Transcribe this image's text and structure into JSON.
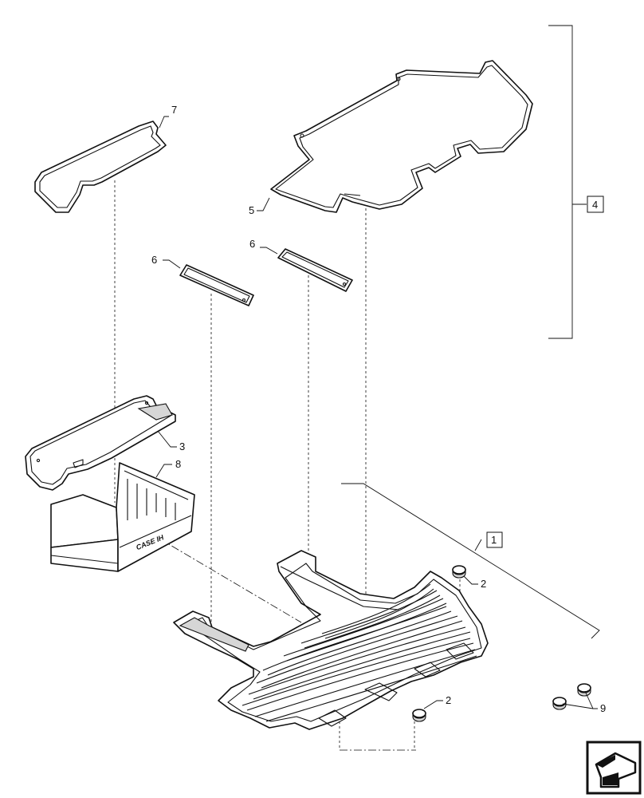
{
  "callouts": {
    "c1": "1",
    "c2a": "2",
    "c2b": "2",
    "c3": "3",
    "c4": "4",
    "c5": "5",
    "c6a": "6",
    "c6b": "6",
    "c7": "7",
    "c8": "8",
    "c9": "9"
  },
  "logos": {
    "box_brand": "CASE IH"
  },
  "nav": {
    "icon": "arrow-back-icon"
  }
}
